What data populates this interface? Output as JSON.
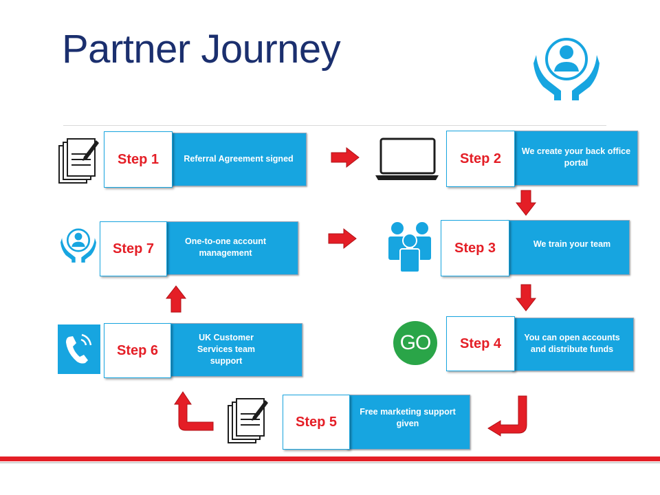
{
  "title": "Partner Journey",
  "steps": [
    {
      "label": "Step 1",
      "desc": "Referral Agreement signed"
    },
    {
      "label": "Step 2",
      "desc": "We create your back office portal"
    },
    {
      "label": "Step 3",
      "desc": "We train your team"
    },
    {
      "label": "Step 4",
      "desc": "You can open accounts and distribute funds"
    },
    {
      "label": "Step 5",
      "desc": "Free marketing support given"
    },
    {
      "label": "Step 6",
      "desc": "UK Customer Services team support"
    },
    {
      "label": "Step 7",
      "desc": "One-to-one account management"
    }
  ],
  "icons": {
    "go_text": "GO",
    "step1": "documents-icon",
    "step2": "laptop-icon",
    "step3": "team-icon",
    "step4": "go-icon",
    "step5": "documents-icon",
    "step6": "phone-icon",
    "step7": "hands-person-icon",
    "header": "hands-person-icon"
  },
  "colors": {
    "title": "#1b2f6e",
    "box": "#17a5e0",
    "step_text": "#e41e26",
    "arrow": "#e41e26",
    "go": "#2aa548"
  }
}
